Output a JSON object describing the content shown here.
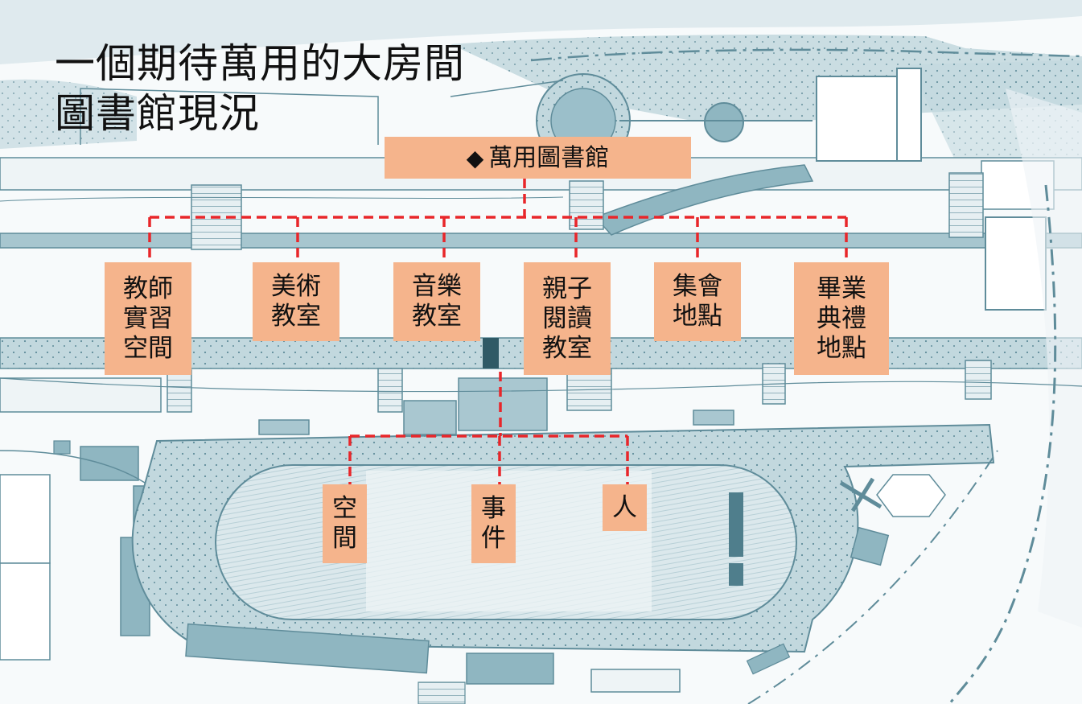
{
  "title": {
    "line1": "一個期待萬用的大房間",
    "line2": "圖書館現況"
  },
  "root": {
    "marker": "◆",
    "label": "萬用圖書館"
  },
  "functions": [
    {
      "lines": [
        "教師",
        "實習",
        "空間"
      ]
    },
    {
      "lines": [
        "美術",
        "教室"
      ]
    },
    {
      "lines": [
        "音樂",
        "教室"
      ]
    },
    {
      "lines": [
        "親子",
        "閱讀",
        "教室"
      ]
    },
    {
      "lines": [
        "集會",
        "地點"
      ]
    },
    {
      "lines": [
        "畢業",
        "典禮",
        "地點"
      ]
    }
  ],
  "aspects": [
    {
      "lines": [
        "空",
        "間"
      ]
    },
    {
      "lines": [
        "事",
        "件"
      ]
    },
    {
      "lines": [
        "人"
      ]
    }
  ],
  "colors": {
    "box_fill": "#f5b48c",
    "connector": "#e8262a",
    "sketch_ink": "#5f8c9a",
    "sketch_fill": "#a9c7d0"
  }
}
